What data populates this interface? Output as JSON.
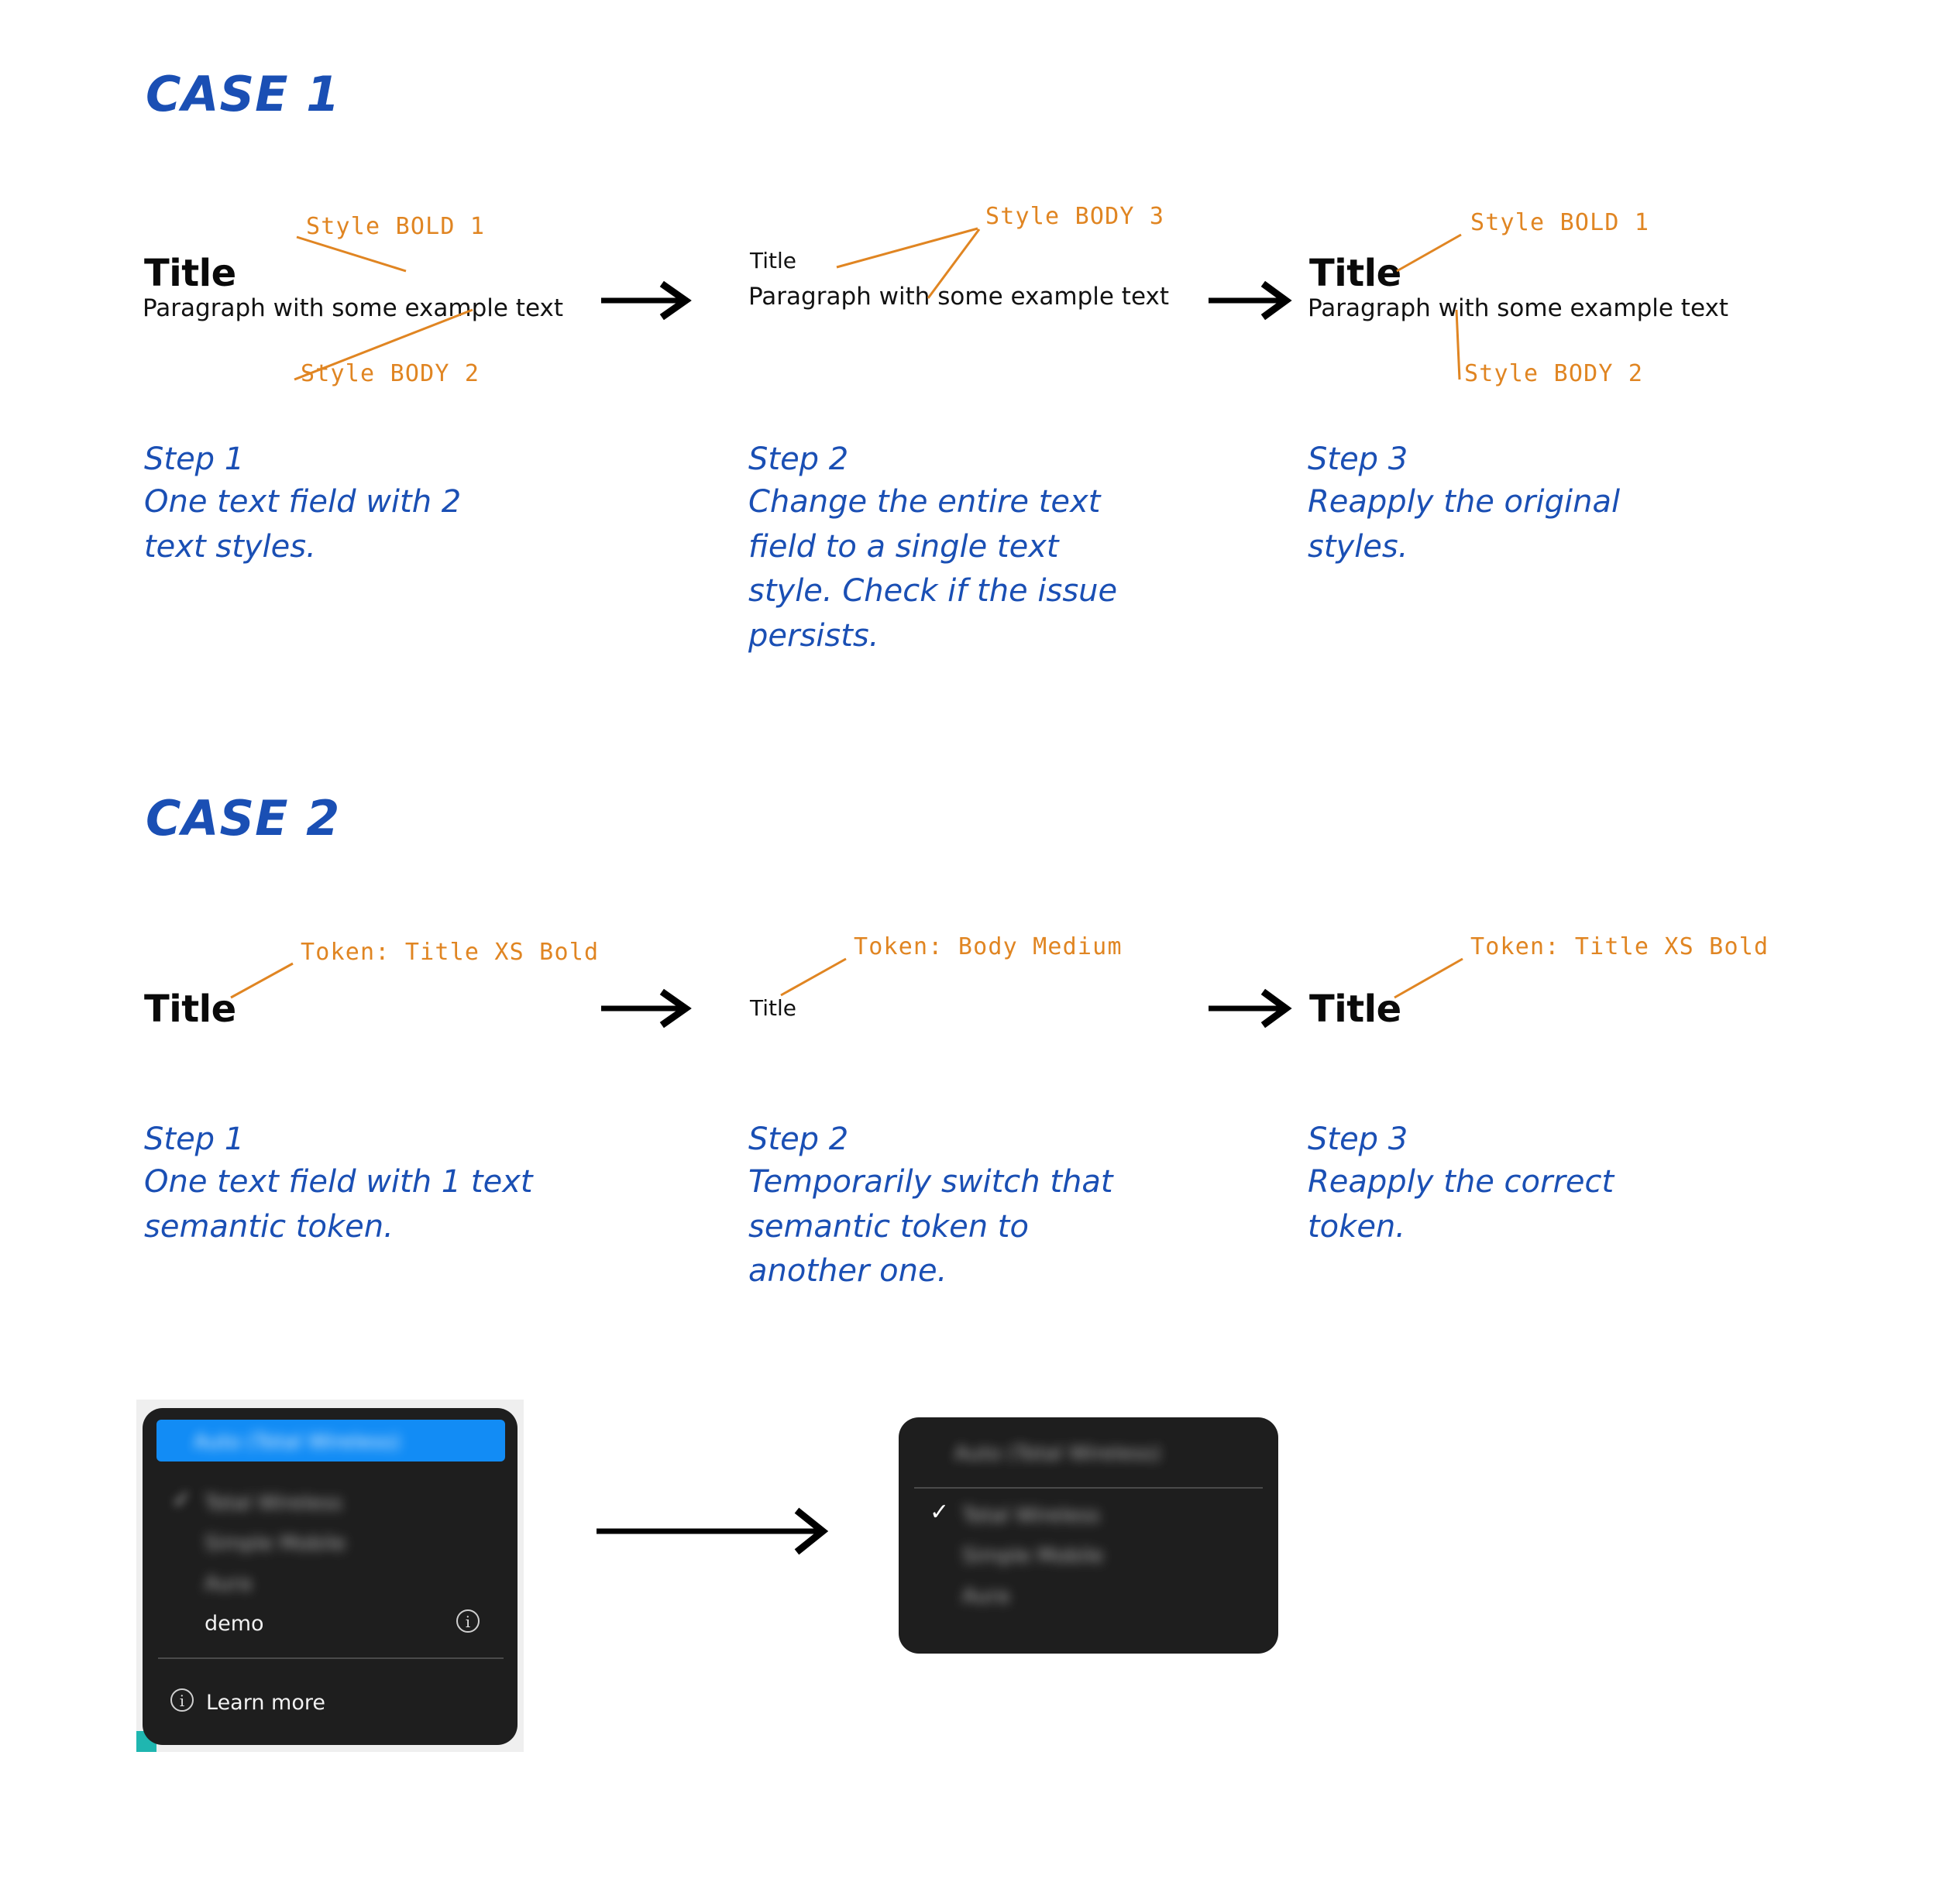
{
  "colors": {
    "blue_marker": "#1a4fb4",
    "orange_annotation": "#e08522",
    "arrow_black": "#000000",
    "dropdown_bg": "#1e1e1e",
    "dropdown_highlight_blue": "#128cf5",
    "page_background": "#ffffff"
  },
  "case1": {
    "heading": "CASE 1",
    "steps": [
      {
        "title_text": "Title",
        "paragraph_text": "Paragraph with some example text",
        "annotation_top": "Style BOLD 1",
        "annotation_bottom": "Style BODY 2",
        "caption_heading": "Step 1",
        "caption_body": "One text field with 2\ntext styles."
      },
      {
        "title_text": "Title",
        "paragraph_text": "Paragraph with some example text",
        "annotation_top": "Style BODY 3",
        "annotation_bottom": "",
        "caption_heading": "Step 2",
        "caption_body": "Change the entire text\nfield to a single text\nstyle. Check if the issue\npersists."
      },
      {
        "title_text": "Title",
        "paragraph_text": "Paragraph with some example text",
        "annotation_top": "Style BOLD 1",
        "annotation_bottom": "Style BODY 2",
        "caption_heading": "Step 3",
        "caption_body": "Reapply the original\nstyles."
      }
    ]
  },
  "case2": {
    "heading": "CASE 2",
    "steps": [
      {
        "title_text": "Title",
        "annotation": "Token: Title XS Bold",
        "caption_heading": "Step 1",
        "caption_body": "One text field with 1 text\nsemantic token."
      },
      {
        "title_text": "Title",
        "annotation": "Token: Body Medium",
        "caption_heading": "Step 2",
        "caption_body": "Temporarily switch that\nsemantic token to\nanother one."
      },
      {
        "title_text": "Title",
        "annotation": "Token: Title XS Bold",
        "caption_heading": "Step 3",
        "caption_body": "Reapply the correct\ntoken."
      }
    ]
  },
  "dropdowns": {
    "before": {
      "highlighted_option": "Auto (Total Wireless)",
      "options": [
        {
          "label": "Total Wireless",
          "checked": true
        },
        {
          "label": "Simple Mobile",
          "checked": false
        },
        {
          "label": "Aura",
          "checked": false
        },
        {
          "label": "demo",
          "checked": false
        }
      ],
      "footer_label": "Learn more",
      "info_icon": "info-icon",
      "check_icon": "check-icon"
    },
    "after": {
      "header_option": "Auto (Total Wireless)",
      "options": [
        {
          "label": "Total Wireless",
          "checked": true
        },
        {
          "label": "Simple Mobile",
          "checked": false
        },
        {
          "label": "Aura",
          "checked": false
        }
      ],
      "check_icon": "check-icon"
    }
  }
}
